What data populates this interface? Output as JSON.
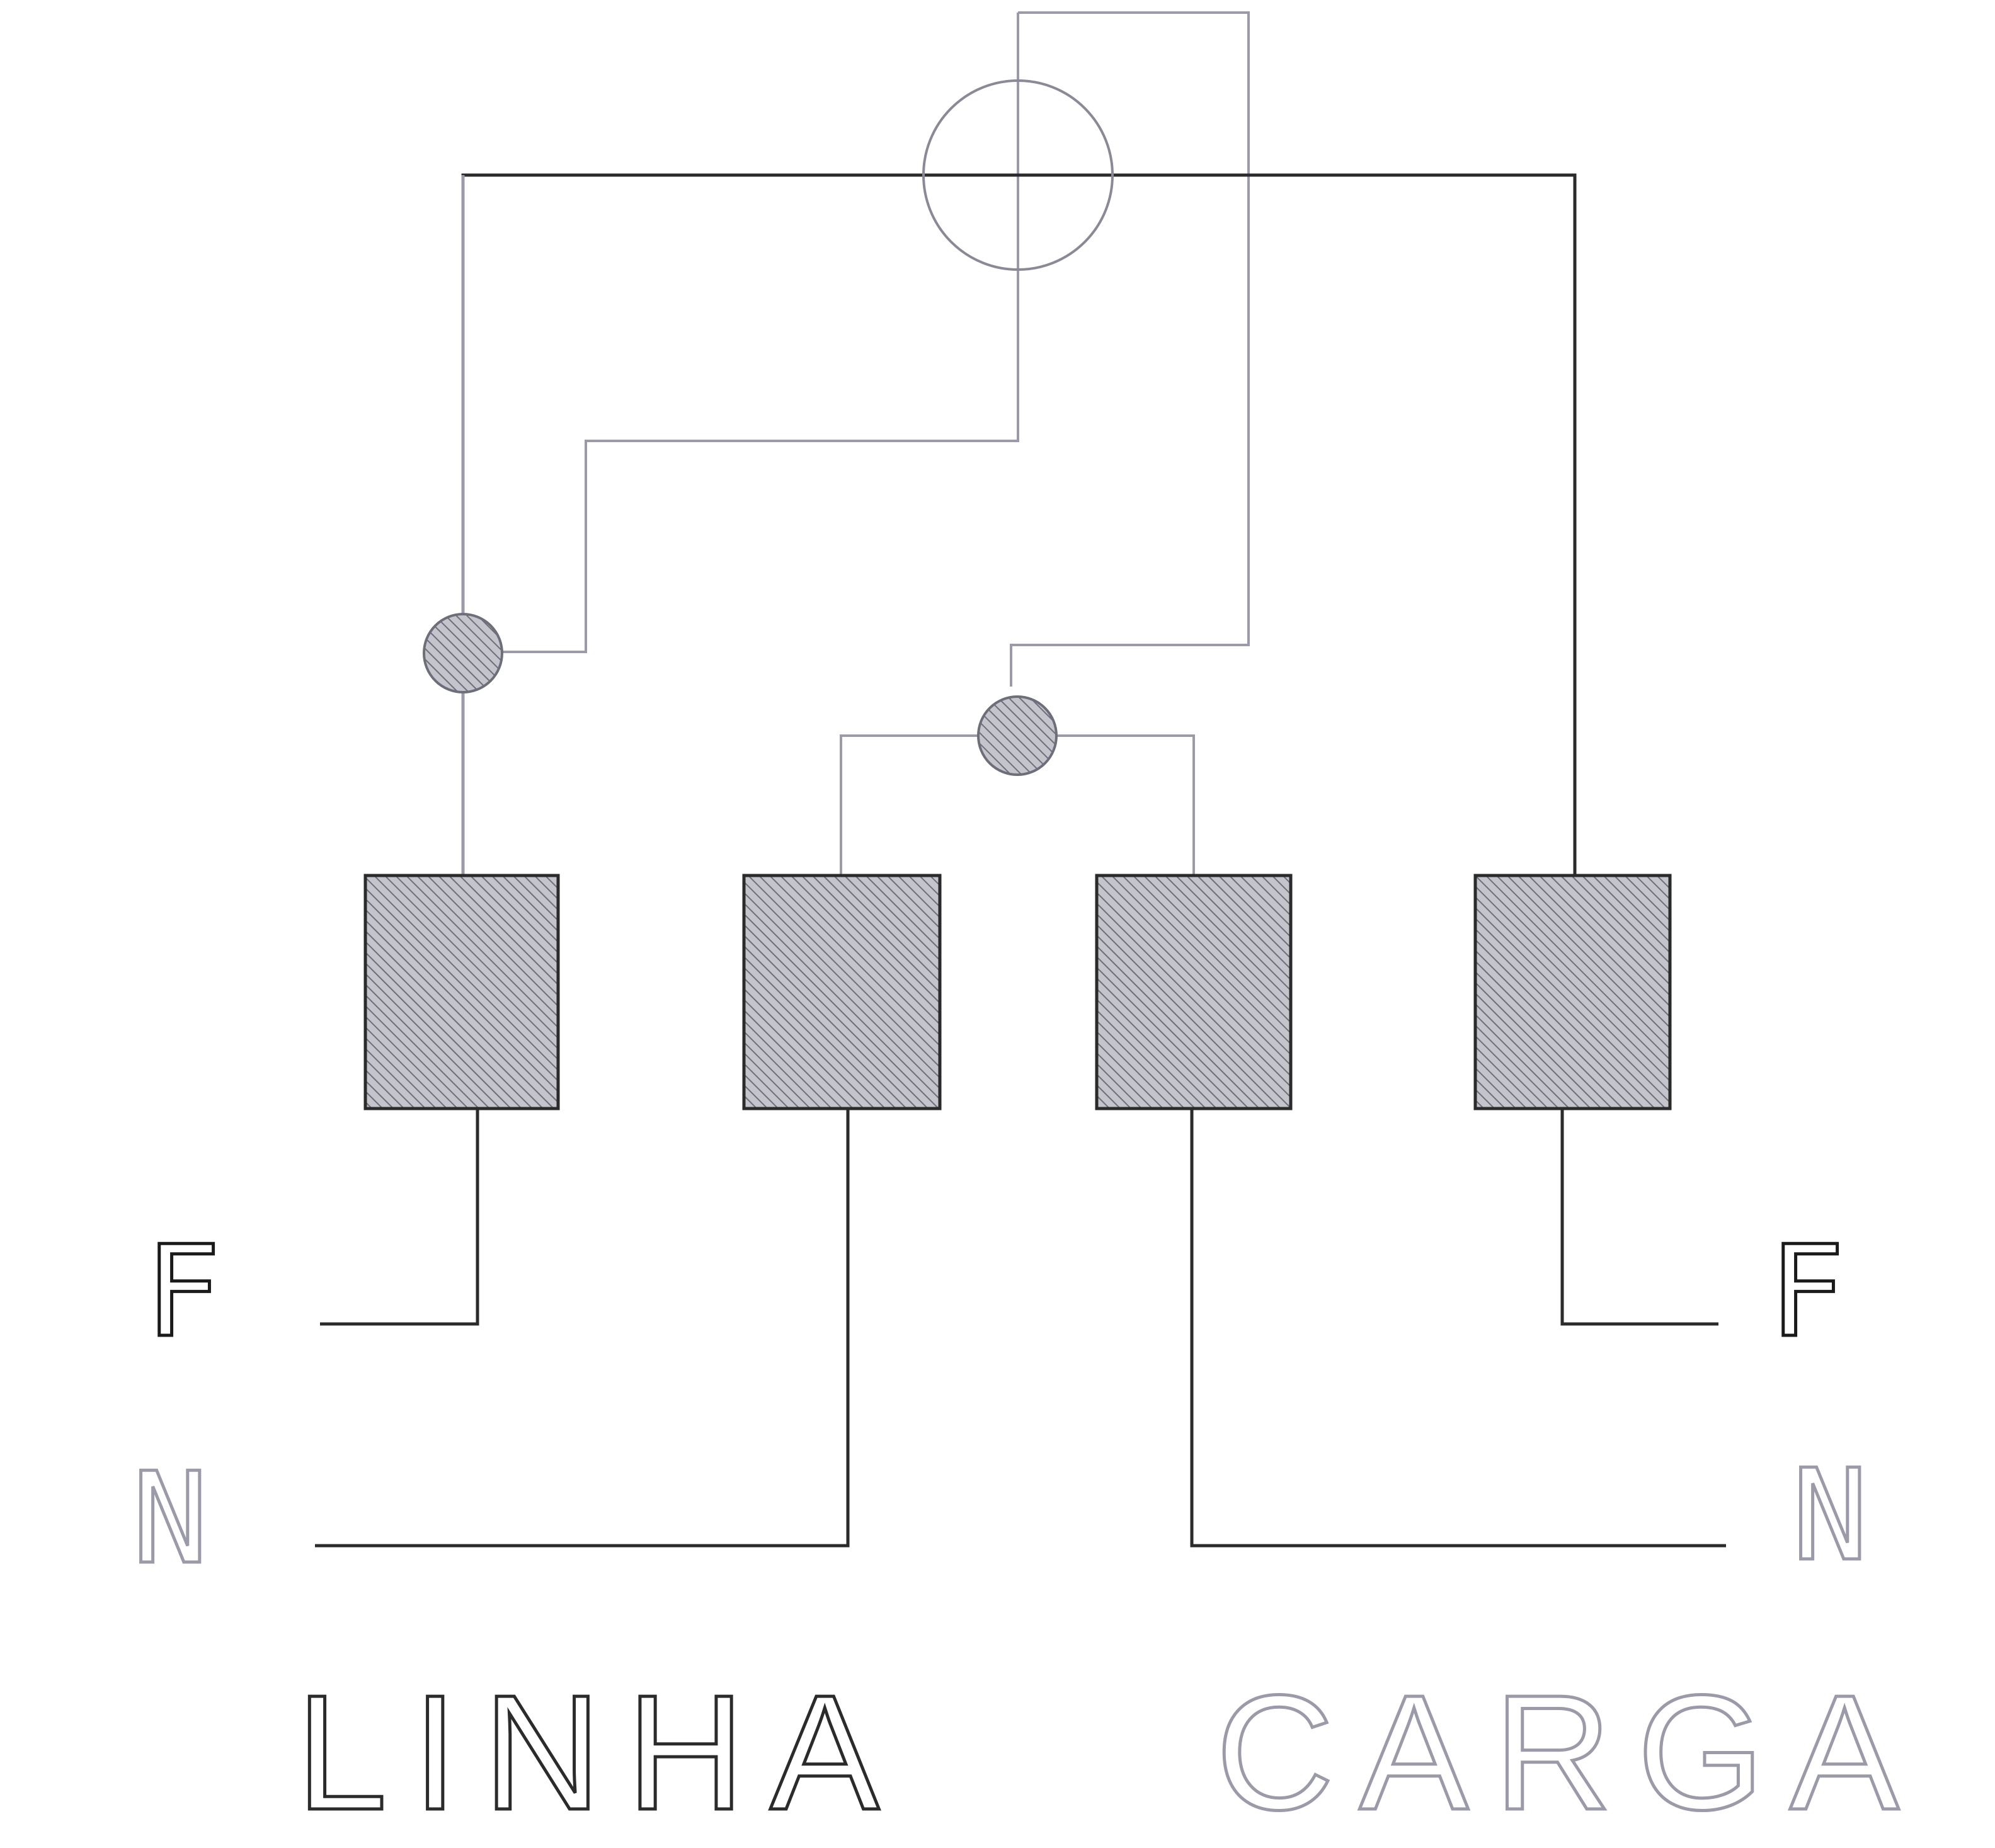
{
  "labels": {
    "left_phase": "F",
    "left_neutral": "N",
    "right_phase": "F",
    "right_neutral": "N",
    "left_side": "LINHA",
    "right_side": "CARGA"
  },
  "colors": {
    "background": "#ffffff",
    "wire_dark": "#2b2b2b",
    "wire_light": "#9a9aa8",
    "hatch_fill": "#b9b9c2",
    "hatch_line": "#6e6e7a",
    "text_outline": "#1a1a1a"
  }
}
